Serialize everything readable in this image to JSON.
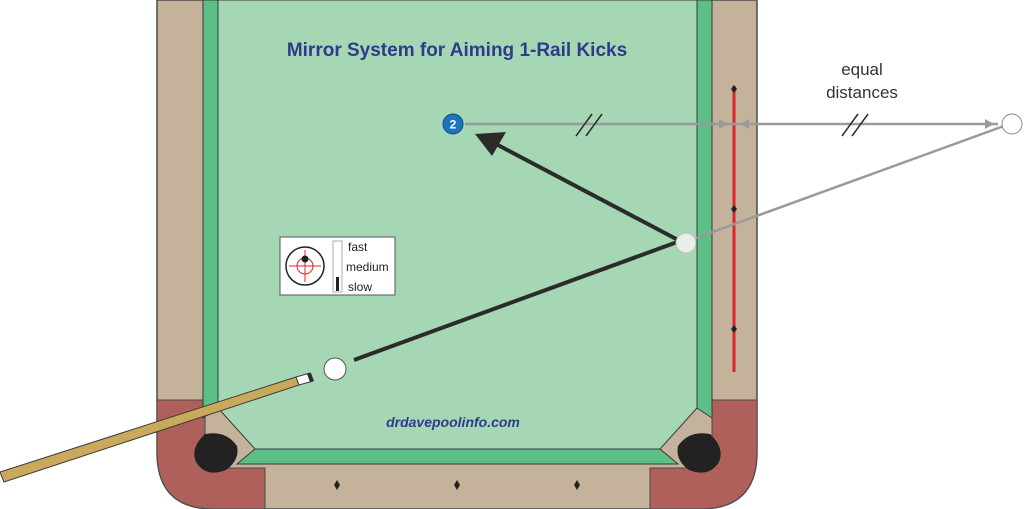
{
  "title": "Mirror System for Aiming 1-Rail Kicks",
  "credit": "drdavepoolinfo.com",
  "annotation": {
    "line1": "equal",
    "line2": "distances"
  },
  "object_ball": {
    "number": "2",
    "color": "#1b75bb"
  },
  "speed_legend": {
    "options": [
      "fast",
      "medium",
      "slow"
    ],
    "selected": "slow"
  },
  "colors": {
    "cloth": "#a6d7b4",
    "cushion": "#5cbf86",
    "rail_wood": "#c4b39a",
    "corner_leather": "#b0605a",
    "mirror_line": "#e0242b",
    "cue_path": "#2b2b2b",
    "guide_line": "#9a9a9a",
    "cue_stick": "#c9aa5c"
  }
}
